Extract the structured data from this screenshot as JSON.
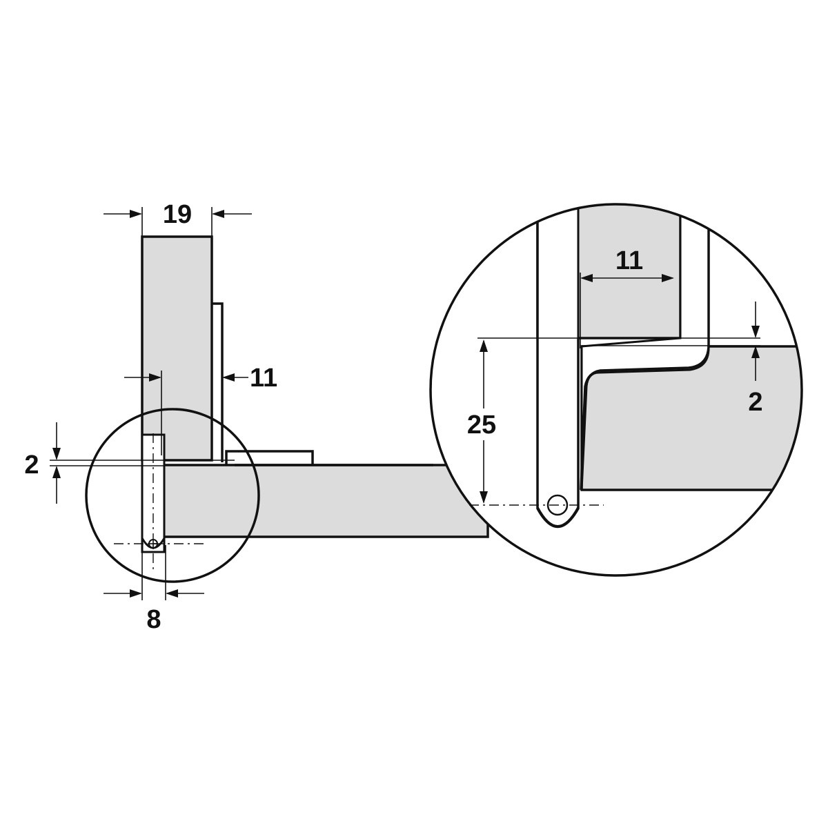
{
  "diagram": {
    "overview": {
      "dimensions": {
        "panel_thickness": "19",
        "hinge_offset": "11",
        "gap": "2",
        "pivot_width": "8"
      }
    },
    "detail": {
      "dimensions": {
        "hinge_offset": "11",
        "gap": "2",
        "pivot_height": "25"
      }
    }
  }
}
